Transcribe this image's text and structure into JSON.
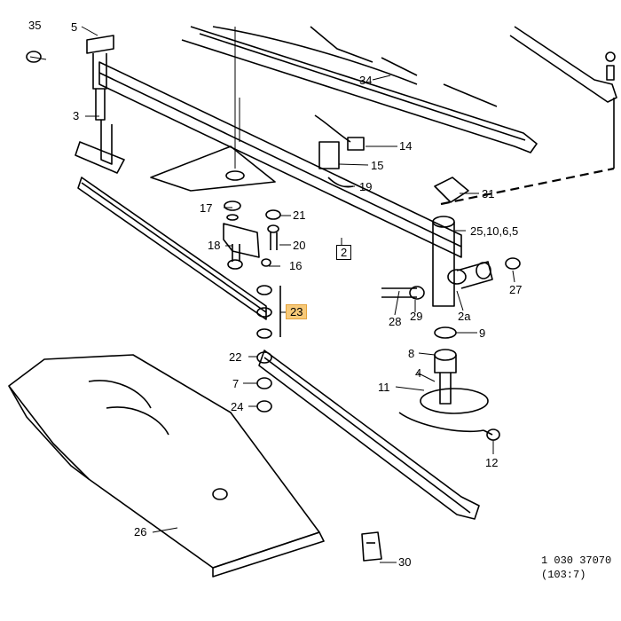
{
  "diagram": {
    "highlight_color": "#f7c978",
    "labels": {
      "l35": "35",
      "l5": "5",
      "l34": "34",
      "l3": "3",
      "l14": "14",
      "l15": "15",
      "l19": "19",
      "l31": "31",
      "l17": "17",
      "l21": "21",
      "l2": "2",
      "l18": "18",
      "l20": "20",
      "l16": "16",
      "l25": "25,10,6,5",
      "l27": "27",
      "l23": "23",
      "l28": "28",
      "l29": "29",
      "l2a": "2a",
      "l9": "9",
      "l22": "22",
      "l8": "8",
      "l7": "7",
      "l11": "11",
      "l4": "4",
      "l24": "24",
      "l12": "12",
      "l26": "26",
      "l30": "30"
    },
    "footer": {
      "code": "1 030 37070",
      "sub": "(103:7)"
    }
  }
}
